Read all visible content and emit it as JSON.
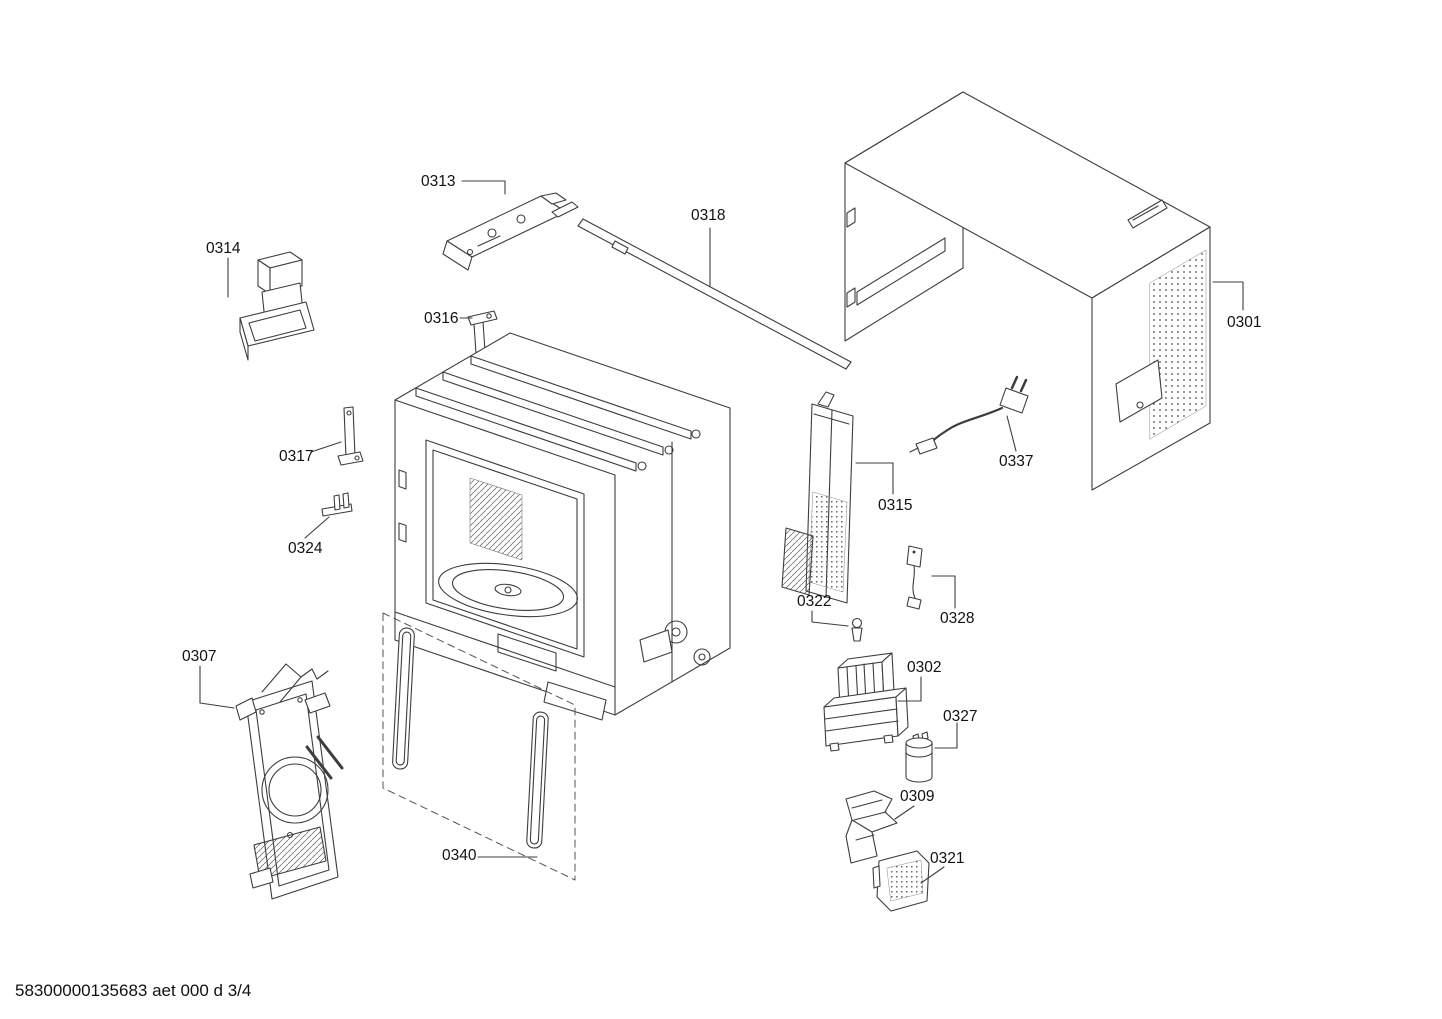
{
  "footer": {
    "doc_code": "58300000135683 aet 000 d 3/4"
  },
  "diagram": {
    "part_labels": {
      "p0301": "0301",
      "p0302": "0302",
      "p0307": "0307",
      "p0309": "0309",
      "p0313": "0313",
      "p0314": "0314",
      "p0315": "0315",
      "p0316": "0316",
      "p0317": "0317",
      "p0318": "0318",
      "p0321": "0321",
      "p0322": "0322",
      "p0324": "0324",
      "p0327": "0327",
      "p0328": "0328",
      "p0337": "0337",
      "p0340": "0340"
    }
  }
}
